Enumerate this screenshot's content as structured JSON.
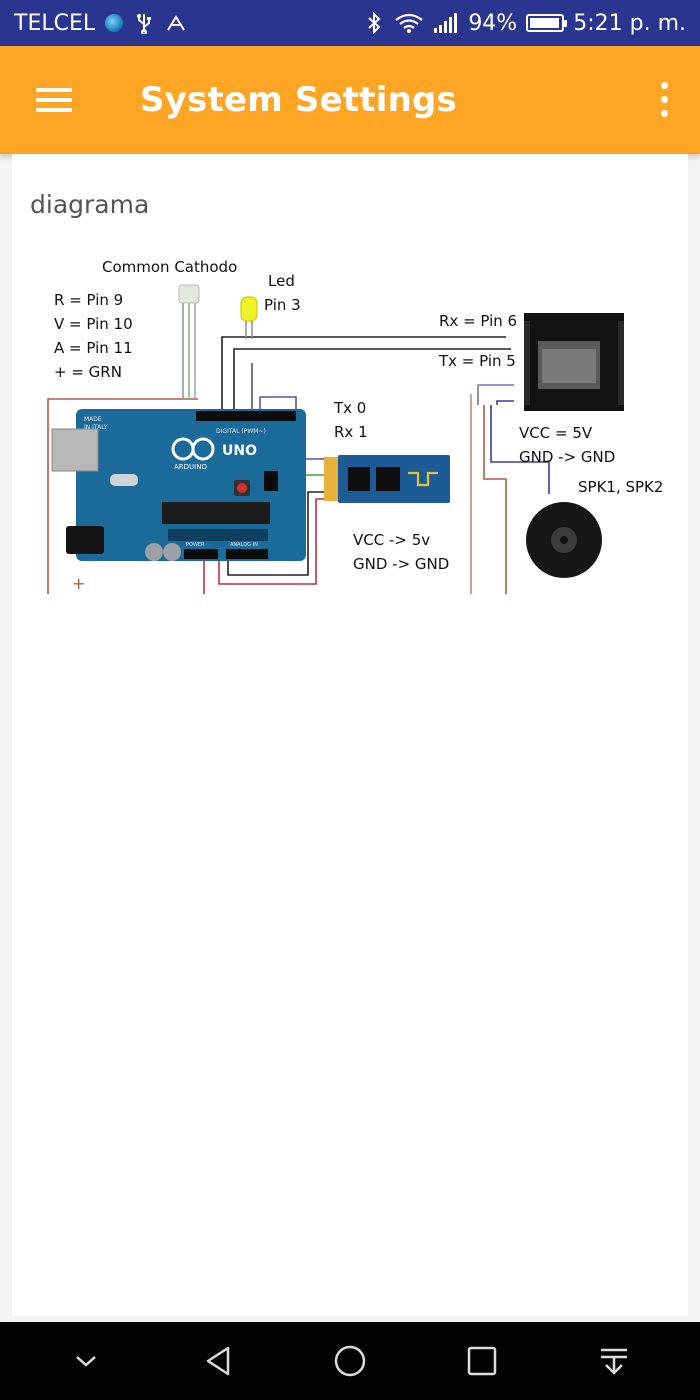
{
  "status": {
    "carrier": "TELCEL",
    "battery": "94%",
    "battery_level": 0.94,
    "time": "5:21 p. m.",
    "icons": [
      "globe-icon",
      "usb-icon",
      "notification-icon",
      "bluetooth-icon",
      "wifi-icon",
      "signal-icon",
      "battery-icon"
    ]
  },
  "app_bar": {
    "title": "System Settings",
    "menu_icon": "menu-icon",
    "more_icon": "more-vert-icon"
  },
  "content": {
    "section_label": "diagrama"
  },
  "diagram": {
    "led_rgb": {
      "title": "Common  Cathodo",
      "lines": [
        "R = Pin 9",
        "V = Pin 10",
        "A = Pin 11",
        "+ = GRN"
      ]
    },
    "led": {
      "label": "Led",
      "pin": "Pin 3"
    },
    "board": {
      "brand_line_1": "MADE",
      "brand_line_2": "IN ITALY",
      "logo": "UNO",
      "name": "ARDUINO",
      "digital_label": "DIGITAL (PWM~)",
      "power_label": "POWER",
      "analog_label": "ANALOG IN"
    },
    "bluetooth": {
      "tx": "Tx  0",
      "rx": "Rx  1",
      "vcc": "VCC  -> 5v",
      "gnd": "GND -> GND"
    },
    "mp3": {
      "rx": "Rx = Pin 6",
      "tx": "Tx = Pin 5",
      "vcc": "VCC = 5V",
      "gnd": "GND -> GND",
      "speaker": "SPK1, SPK2"
    },
    "plus": "+"
  },
  "nav": {
    "icons": [
      "chevron-down-icon",
      "back-icon",
      "home-icon",
      "recents-icon",
      "notification-pull-icon"
    ]
  },
  "colors": {
    "status_bar": "#2a3590",
    "app_bar": "#ffa526",
    "board": "#1a6a9a",
    "nav_bar": "#020202"
  }
}
